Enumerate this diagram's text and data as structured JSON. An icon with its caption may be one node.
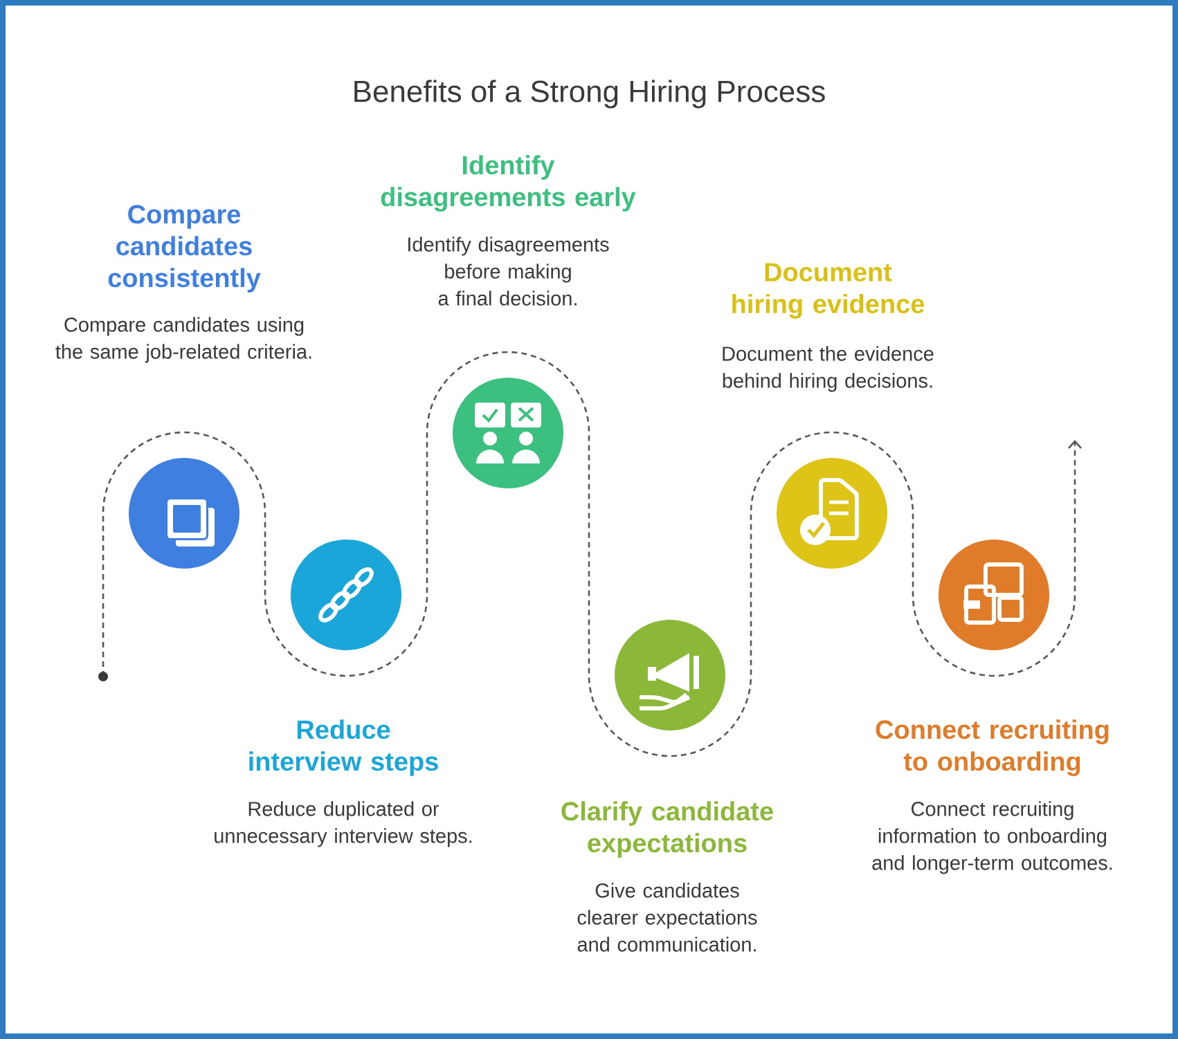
{
  "diagram": {
    "title": "Benefits of a Strong Hiring Process",
    "nodes": [
      {
        "text": [],
        "shape": "circle",
        "beside": [
          "Compare candidates consistently",
          "Compare candidates using the same job-related criteria."
        ]
      },
      {
        "text": [],
        "shape": "circle",
        "beside": [
          "Reduce interview steps",
          "Reduce duplicated or unnecessary interview steps."
        ]
      },
      {
        "text": [],
        "shape": "circle",
        "beside": [
          "Identify disagreements early",
          "Identify disagreements before making a final decision."
        ]
      },
      {
        "text": [],
        "shape": "circle",
        "beside": [
          "Clarify candidate expectations",
          "Give candidates clearer expectations and communication."
        ]
      },
      {
        "text": [],
        "shape": "circle",
        "beside": [
          "Document hiring evidence",
          "Document the evidence behind hiring decisions."
        ]
      },
      {
        "text": [],
        "shape": "circle",
        "beside": [
          "Connect recruiting to onboarding",
          "Connect recruiting information to onboarding and longer-term outcomes."
        ]
      }
    ]
  }
}
